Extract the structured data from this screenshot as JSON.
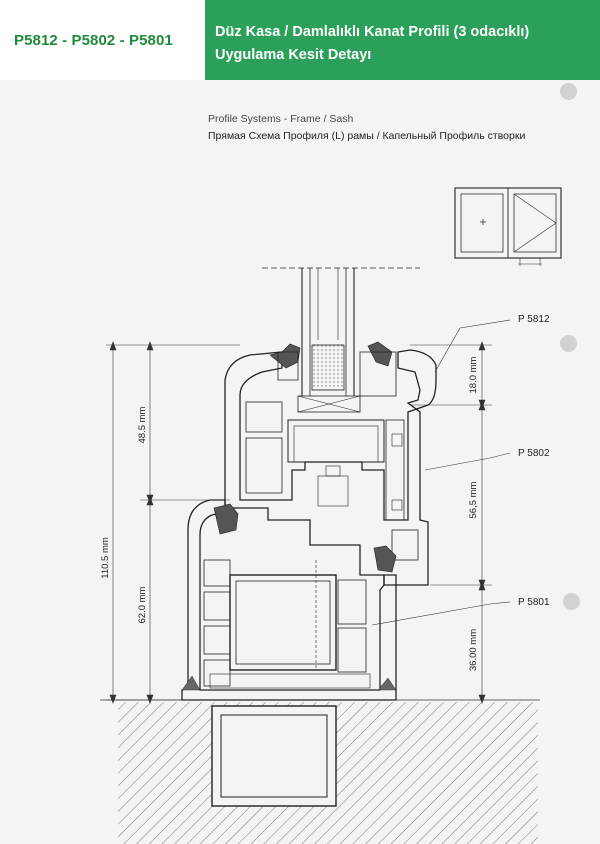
{
  "header": {
    "codes": "P5812 - P5802 - P5801",
    "title_line1": "Düz Kasa / Damlalıklı Kanat Profili (3 odacıklı)",
    "title_line2": "Uygulama Kesit Detayı",
    "bar_color": "#2aa05a",
    "code_color": "#1f8a3c"
  },
  "subtitle": {
    "en": "Profile Systems - Frame / Sash",
    "ru": "Прямая Схема Профиля (L) рамы / Капельный Профиль створки"
  },
  "diagram": {
    "labels": {
      "p5812": "P 5812",
      "p5802": "P 5802",
      "p5801": "P 5801"
    },
    "dimensions": {
      "total": "110.5 mm",
      "upper": "48.5 mm",
      "lower": "62.0 mm",
      "glass_rebate": "18.0 mm",
      "sash": "56,5 mm",
      "frame": "36.00 mm"
    }
  }
}
